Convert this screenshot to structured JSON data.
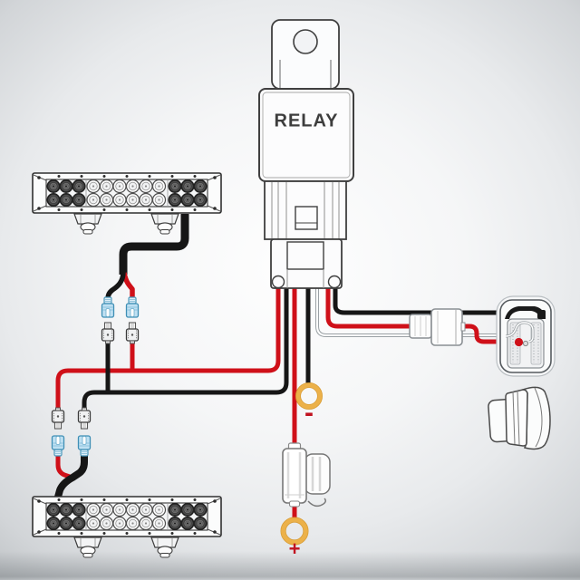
{
  "diagram": {
    "kind": "wiring-diagram",
    "subject": "LED light bar relay wiring harness"
  },
  "relay": {
    "label": "RELAY"
  },
  "terminals": {
    "negative_sign": "-",
    "positive_sign": "+"
  },
  "colors": {
    "wire_red": "#cf1019",
    "wire_black": "#161616",
    "wire_white_outline": "#9aa0a4",
    "connector_blue": "#bfe0f2",
    "ring_terminal_orange": "#ecb149",
    "component_outline": "#3f3f3f",
    "background_edge": "#b9bdc0"
  },
  "components": [
    {
      "name": "relay",
      "description": "automotive relay with mounting tab, hole, ribbed base and wiring socket"
    },
    {
      "name": "led-light-bar-top",
      "description": "dual-row combo LED light bar (flood / spot / flood), two mounting feet"
    },
    {
      "name": "led-light-bar-bottom",
      "description": "dual-row combo LED light bar (flood / spot / flood), two mounting feet"
    },
    {
      "name": "quick-disconnect-upper-pair",
      "description": "blue insulated female spade terminals above bare male spade terminals on black and red leads"
    },
    {
      "name": "quick-disconnect-lower-pair",
      "description": "bare male spade terminals above blue insulated female spade terminals on red and black leads"
    },
    {
      "name": "inline-fuse-holder",
      "description": "inline fuse holder with side cap on positive red lead"
    },
    {
      "name": "ring-terminal-negative",
      "description": "orange ring terminal on black lead marked -"
    },
    {
      "name": "ring-terminal-positive",
      "description": "orange ring terminal on red lead marked +"
    },
    {
      "name": "switch-inline-connector",
      "description": "two-piece white inline plug on switch leads"
    },
    {
      "name": "rocker-switch-back",
      "description": "rocker switch rear view with black, white and red wires on spade terminals"
    },
    {
      "name": "rocker-switch-front",
      "description": "rocker switch front three-quarter view"
    }
  ],
  "wires": [
    {
      "color": "red",
      "route": "relay socket to both light bar positive leads through spade quick-disconnects"
    },
    {
      "color": "black",
      "route": "relay socket to both light bar negative leads through spade quick-disconnects"
    },
    {
      "color": "red",
      "route": "relay socket through inline fuse holder to positive ring terminal"
    },
    {
      "color": "black",
      "route": "relay socket to negative ring terminal"
    },
    {
      "color": "black/white/red",
      "route": "relay socket through inline connector to rocker switch terminals"
    }
  ]
}
